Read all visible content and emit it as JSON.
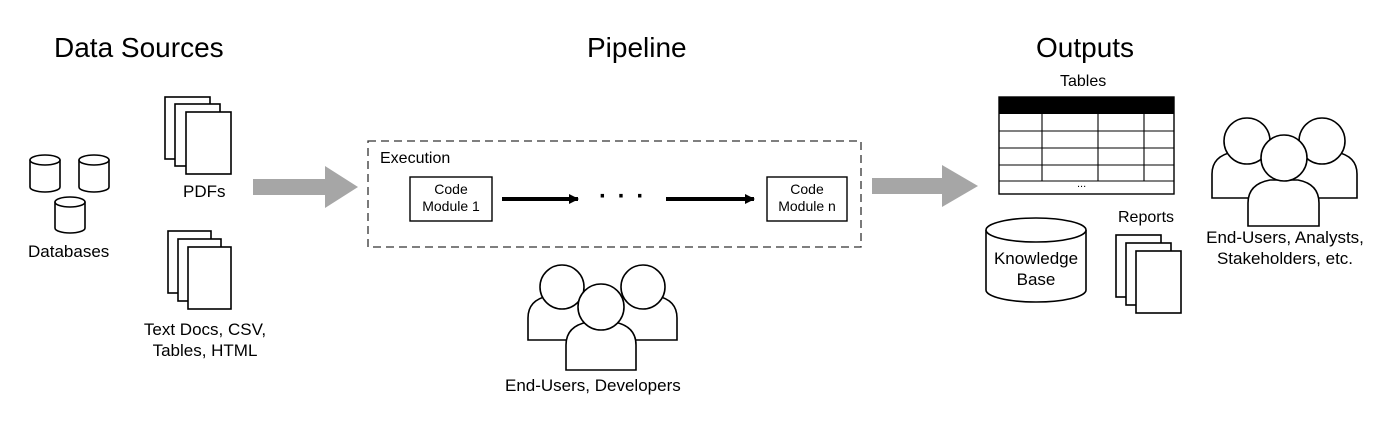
{
  "headings": {
    "data_sources": "Data Sources",
    "pipeline": "Pipeline",
    "outputs": "Outputs"
  },
  "data_sources": {
    "databases_label": "Databases",
    "pdfs_label": "PDFs",
    "text_docs_label_line1": "Text Docs, CSV,",
    "text_docs_label_line2": "Tables, HTML"
  },
  "pipeline": {
    "execution_label": "Execution",
    "module_1_line1": "Code",
    "module_1_line2": "Module 1",
    "ellipsis": "· · ·",
    "module_n_line1": "Code",
    "module_n_line2": "Module n",
    "users_label": "End-Users, Developers"
  },
  "outputs": {
    "tables_label": "Tables",
    "table_ellipsis": "...",
    "knowledge_base_line1": "Knowledge",
    "knowledge_base_line2": "Base",
    "reports_label": "Reports",
    "users_line1": "End-Users, Analysts,",
    "users_line2": "Stakeholders, etc."
  },
  "colors": {
    "flow_arrow": "#a6a6a6",
    "stroke": "#000000",
    "background": "#ffffff"
  }
}
